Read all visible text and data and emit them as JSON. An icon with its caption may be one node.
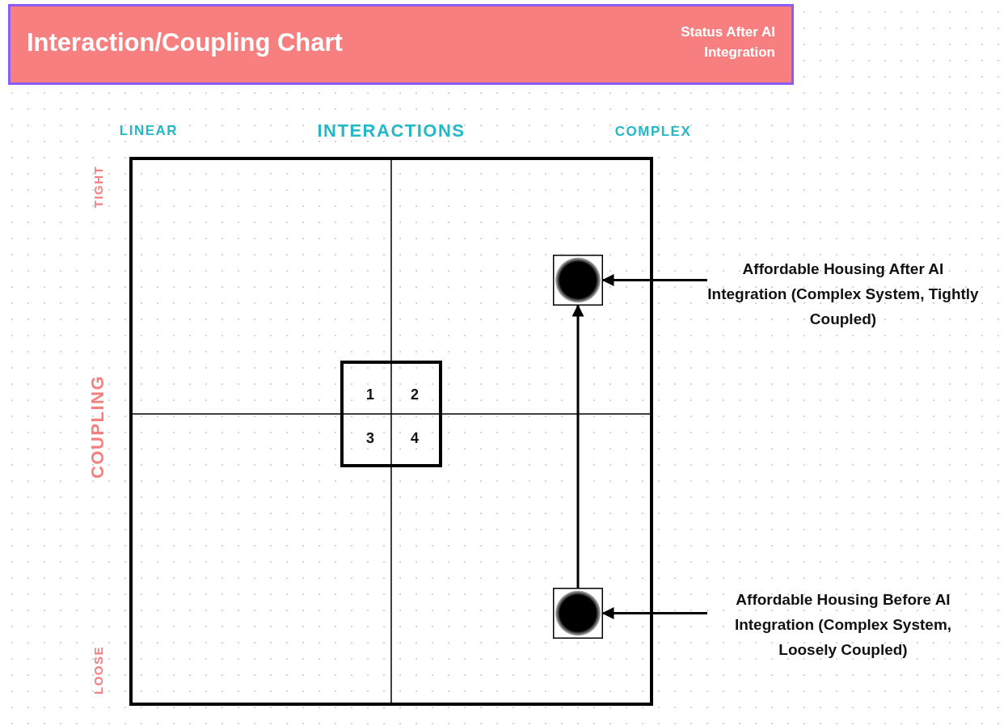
{
  "diagram": {
    "nodes": [
      {
        "text": [
          "Interaction/Coupling Chart",
          "Status After AI Integration"
        ]
      },
      {
        "text": [],
        "shape": "box"
      },
      {
        "text": [
          "Affordable Housing After AI Integration (Complex System, Tightly Coupled)"
        ]
      },
      {
        "text": [],
        "shape": "box"
      },
      {
        "text": [
          "Affordable Housing Before AI Integration (Complex System, Loosely Coupled)"
        ]
      }
    ],
    "edges": [
      {
        "from": 2,
        "to": 1,
        "arrow": "to"
      },
      {
        "from": 3,
        "to": 1,
        "arrow": "to"
      },
      {
        "from": 4,
        "to": 3,
        "arrow": "to"
      }
    ],
    "labels": [
      "LINEAR",
      "INTERACTIONS",
      "COMPLEX",
      "TIGHT",
      "COUPLING",
      "1",
      "2",
      "3",
      "4",
      "LOOSE"
    ]
  }
}
